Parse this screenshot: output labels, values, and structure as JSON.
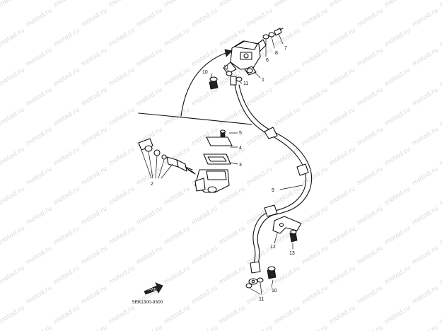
{
  "watermark": {
    "text": "motod.ru",
    "color": "#d9d9d9"
  },
  "part_code": "5EK1300-9300",
  "arrow_symbol": "FWD",
  "callouts": {
    "c1": "1",
    "c2": "2",
    "c3": "3",
    "c4": "4",
    "c5": "5",
    "c6": "6",
    "c7": "7",
    "c8": "8",
    "c9": "9",
    "c10_top": "10",
    "c10_bottom": "10",
    "c11_top_a": "11",
    "c11_top_b": "11",
    "c11_bottom": "11",
    "c12": "12",
    "c13": "13"
  }
}
